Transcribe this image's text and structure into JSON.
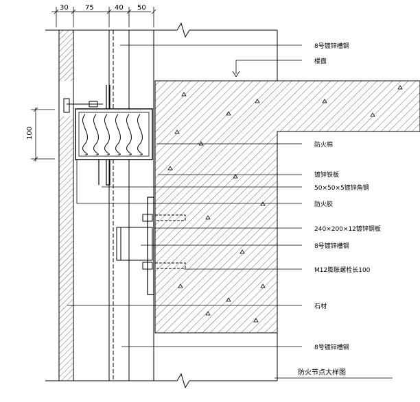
{
  "dimensions": {
    "top": [
      "30",
      "75",
      "40",
      "50"
    ],
    "left": "100"
  },
  "labels": {
    "channel_top": "8号镀锌槽钢",
    "floor_surface": "楼面",
    "fireproof_cotton": "防火棉",
    "galv_sheet": "镀锌铁板",
    "angle_steel": "50×50×5镀锌角钢",
    "fireproof_glue": "防火胶",
    "steel_plate": "240×200×12镀锌钢板",
    "channel_mid": "8号镀锌槽钢",
    "anchor_bolt": "M12膨胀螺栓长100",
    "stone": "石材",
    "channel_bottom": "8号镀锌槽钢"
  },
  "title": "防火节点大样图"
}
